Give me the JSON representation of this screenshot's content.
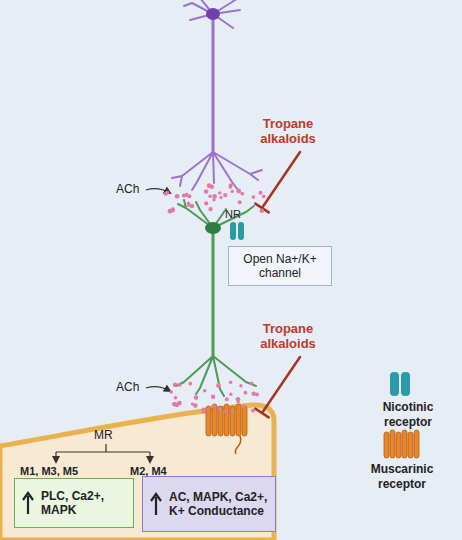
{
  "diagram": {
    "nodes": [
      {
        "text": [
          "Open Na+/K+ channel"
        ]
      },
      {
        "text": [
          "PLC, Ca2+, MAPK"
        ]
      },
      {
        "text": [
          "AC, MAPK, Ca2+, K+ Conductance"
        ]
      }
    ],
    "labels": [
      "Tropane alkaloids",
      "ACh",
      "NR",
      "Tropane alkaloids",
      "ACh",
      "MR",
      "M1, M3, M5",
      "M2, M4"
    ],
    "legend": [
      {
        "text": "Nicotinic receptor"
      },
      {
        "text": "Muscarinic receptor"
      }
    ]
  }
}
